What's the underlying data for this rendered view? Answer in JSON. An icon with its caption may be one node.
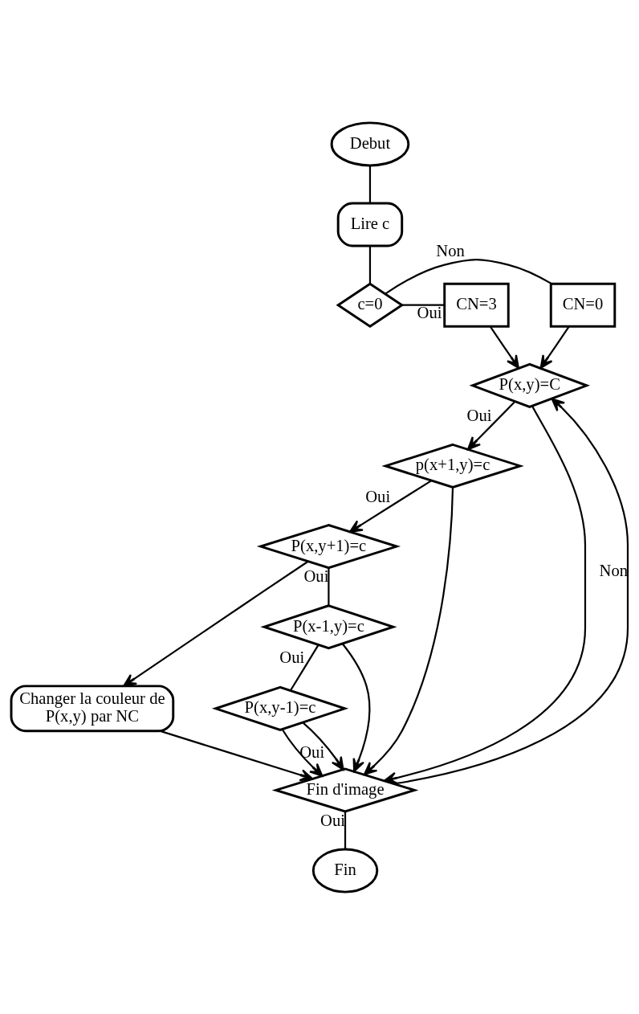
{
  "diagram": {
    "nodes": [
      {
        "text": [
          "Debut"
        ]
      },
      {
        "text": [
          "Lire c"
        ]
      },
      {
        "text": [
          "c=0"
        ]
      },
      {
        "text": [
          "CN=0"
        ]
      },
      {
        "text": [
          "CN=3"
        ]
      },
      {
        "text": [
          "P(x,y)=C"
        ]
      },
      {
        "text": [
          "p(x+1,y)=c"
        ]
      },
      {
        "text": [
          "P(x,y+1)=c"
        ]
      },
      {
        "text": [
          "Changer la couleur de P(x,y) par NC"
        ]
      },
      {
        "text": [
          "P(x-1,y)=c"
        ]
      },
      {
        "text": [
          "P(x,y-1)=c"
        ]
      },
      {
        "text": [
          "Fin d'image"
        ]
      },
      {
        "text": [
          "Fin"
        ]
      }
    ],
    "edges": [
      {
        "from": 0,
        "to": 1,
        "arrow": "none"
      },
      {
        "from": 1,
        "to": 2,
        "arrow": "none"
      },
      {
        "from": 2,
        "to": 3,
        "arrow": "none",
        "label": "Non"
      },
      {
        "from": 2,
        "to": 4,
        "arrow": "none",
        "label": "Oui"
      },
      {
        "from": 3,
        "to": 5,
        "arrow": "to"
      },
      {
        "from": 4,
        "to": 5,
        "arrow": "to"
      },
      {
        "from": 11,
        "to": 5,
        "arrow": "to",
        "label": "Non"
      },
      {
        "from": 5,
        "to": 6,
        "arrow": "to",
        "label": "Oui"
      },
      {
        "from": 5,
        "to": 11,
        "arrow": "to"
      },
      {
        "from": 6,
        "to": 11,
        "arrow": "to"
      },
      {
        "from": 6,
        "to": 7,
        "arrow": "to",
        "label": "Oui"
      },
      {
        "from": 7,
        "to": 8,
        "arrow": "to"
      },
      {
        "from": 8,
        "to": 11,
        "arrow": "to"
      },
      {
        "from": 7,
        "to": 9,
        "arrow": "none",
        "label": "Oui"
      },
      {
        "from": 9,
        "to": 11,
        "arrow": "to"
      },
      {
        "from": 9,
        "to": 10,
        "arrow": "none",
        "label": "Oui"
      },
      {
        "from": 10,
        "to": 11,
        "arrow": "to"
      },
      {
        "from": 10,
        "to": 11,
        "arrow": "to",
        "label": "Oui"
      },
      {
        "from": 11,
        "to": 12,
        "arrow": "none",
        "label": "Oui"
      }
    ]
  }
}
